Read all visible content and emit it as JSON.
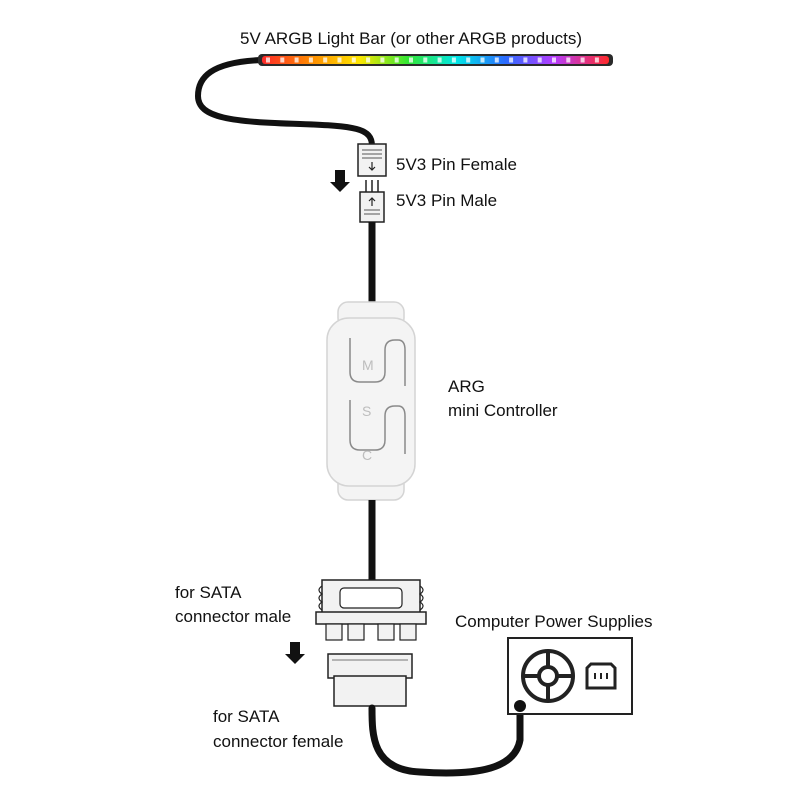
{
  "labels": {
    "light_bar": "5V ARGB Light Bar (or other ARGB products)",
    "pin_female": "5V3 Pin Female",
    "pin_male": "5V3 Pin Male",
    "controller_line1": "ARG",
    "controller_line2": "mini Controller",
    "sata_male_line1": "for SATA",
    "sata_male_line2": "connector male",
    "sata_female_line1": "for SATA",
    "sata_female_line2": "connector female",
    "psu": "Computer Power Supplies"
  },
  "controller_buttons": [
    "M",
    "S",
    "C"
  ],
  "colors": {
    "cable": "#111111",
    "controller_body": "#f4f4f4",
    "connector_body": "#f2f2f2",
    "rainbow": [
      "#ff2a2a",
      "#ff8a00",
      "#ffe600",
      "#33e633",
      "#00e6e6",
      "#2a6cff",
      "#b43cff",
      "#ff2ad4"
    ]
  }
}
